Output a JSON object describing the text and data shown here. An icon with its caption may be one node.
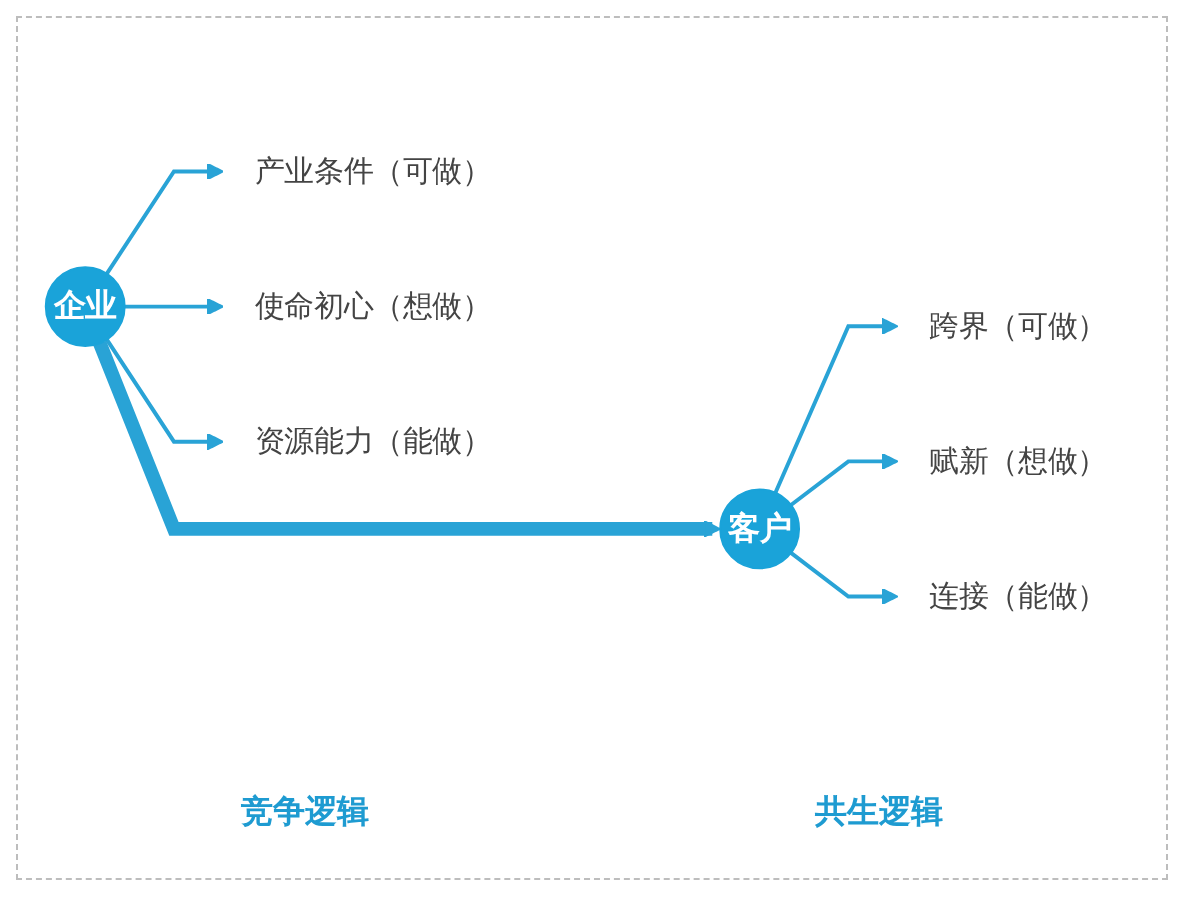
{
  "diagram": {
    "nodes": [
      {
        "text": [
          "企业"
        ]
      },
      {
        "text": [
          "产业条件（可做）"
        ]
      },
      {
        "text": [
          "使命初心（想做）"
        ]
      },
      {
        "text": [
          "资源能力（能做）"
        ]
      },
      {
        "text": [
          "客户"
        ]
      },
      {
        "text": [
          "跨界（可做）"
        ]
      },
      {
        "text": [
          "赋新（想做）"
        ]
      },
      {
        "text": [
          "连接（能做）"
        ]
      }
    ],
    "edges": [
      {
        "from": 0,
        "to": 1,
        "arrow": "to"
      },
      {
        "from": 0,
        "to": 2,
        "arrow": "to"
      },
      {
        "from": 0,
        "to": 3,
        "arrow": "to"
      },
      {
        "from": 4,
        "to": 5,
        "arrow": "to"
      },
      {
        "from": 4,
        "to": 6,
        "arrow": "to"
      },
      {
        "from": 4,
        "to": 7,
        "arrow": "to"
      },
      {
        "from": 0,
        "to": 4,
        "arrow": "to",
        "style": "thick"
      }
    ],
    "labels": [
      "竞争逻辑",
      "共生逻辑"
    ]
  }
}
